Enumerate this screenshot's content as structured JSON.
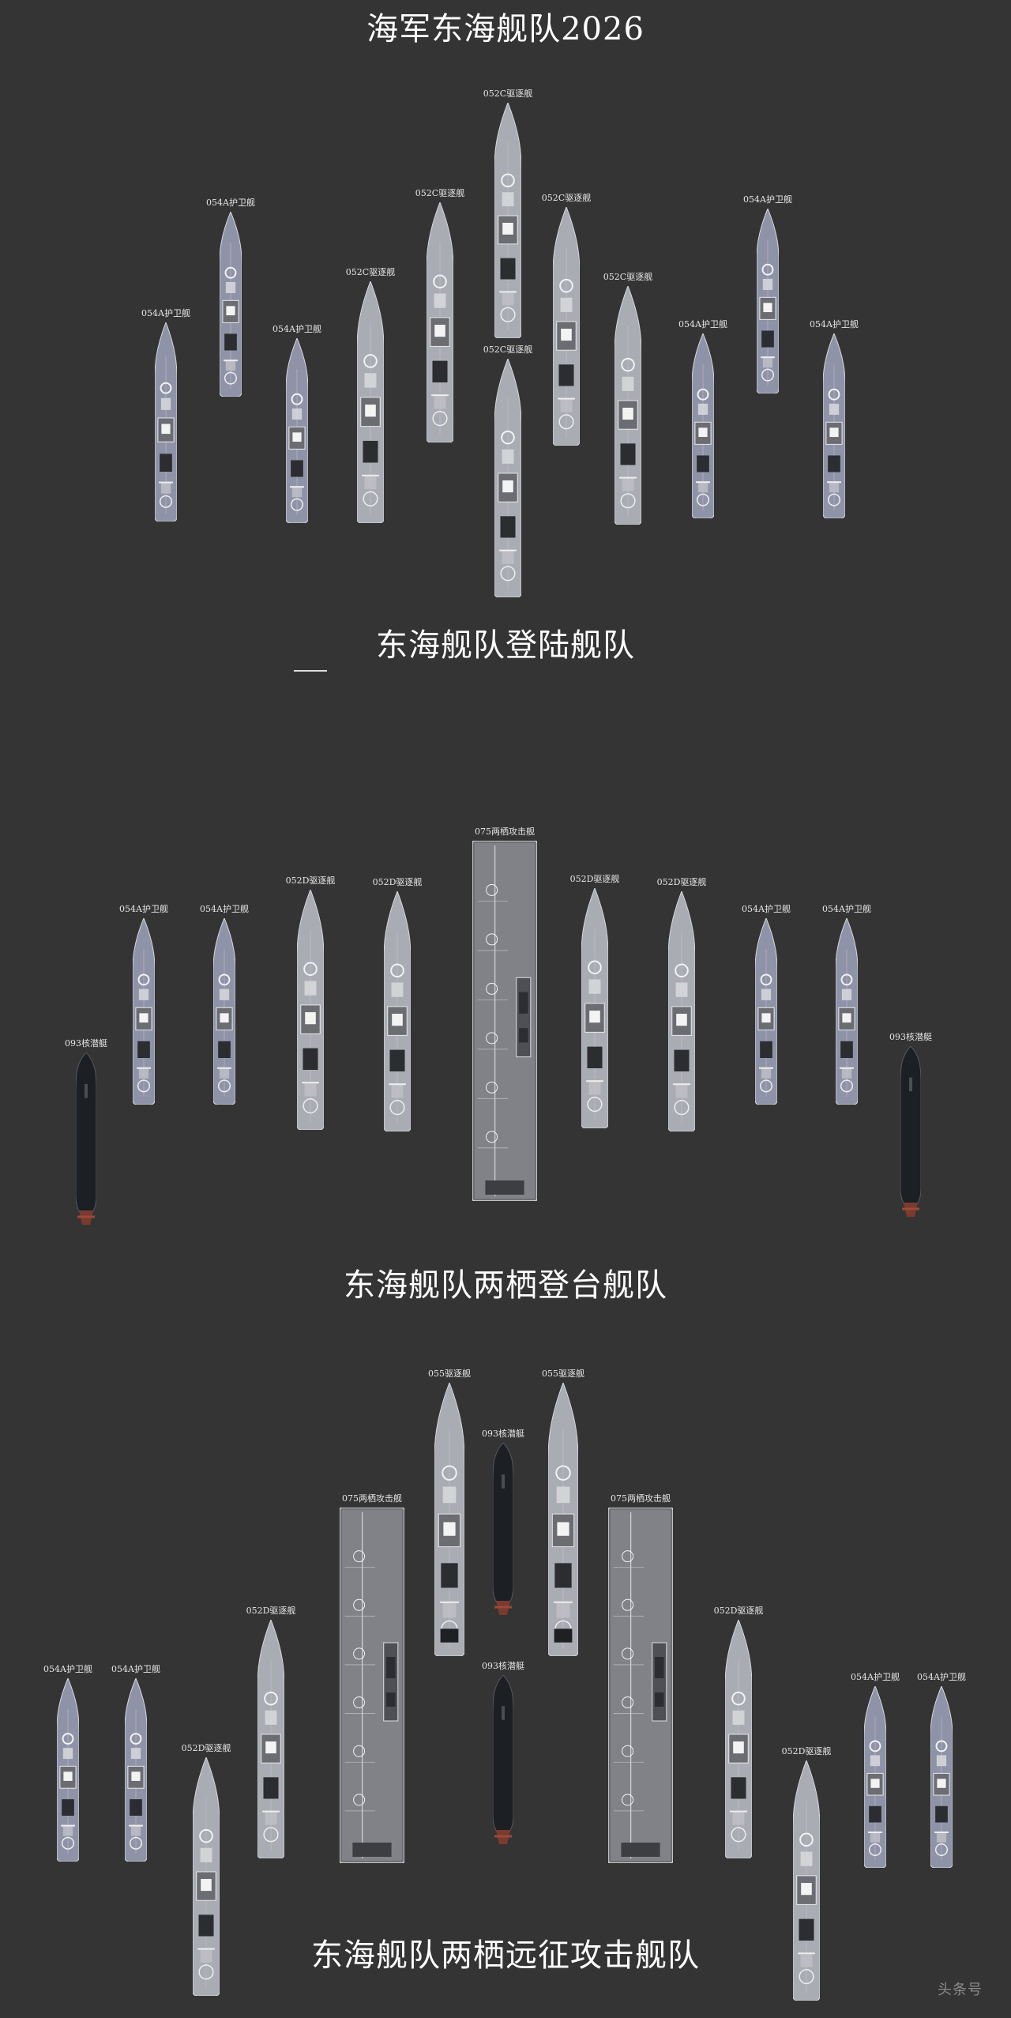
{
  "colors": {
    "background": "#343434",
    "hull": "#a9acb3",
    "frigate": "#8f93a8",
    "submarine": "#1c1f23",
    "sub_tail": "#7a3b2e"
  },
  "sections": [
    {
      "title": "海军东海舰队2026"
    },
    {
      "title": "东海舰队登陆舰队"
    },
    {
      "title": "东海舰队两栖登台舰队"
    },
    {
      "title": "东海舰队两栖远征攻击舰队"
    }
  ],
  "labels": {
    "f054a": "054A护卫舰",
    "d052c": "052C驱逐舰",
    "d052d": "052D驱逐舰",
    "lhd075": "075两栖攻击舰",
    "sub093": "093核潜艇",
    "d055": "055驱逐舰"
  },
  "watermark": "头条号"
}
